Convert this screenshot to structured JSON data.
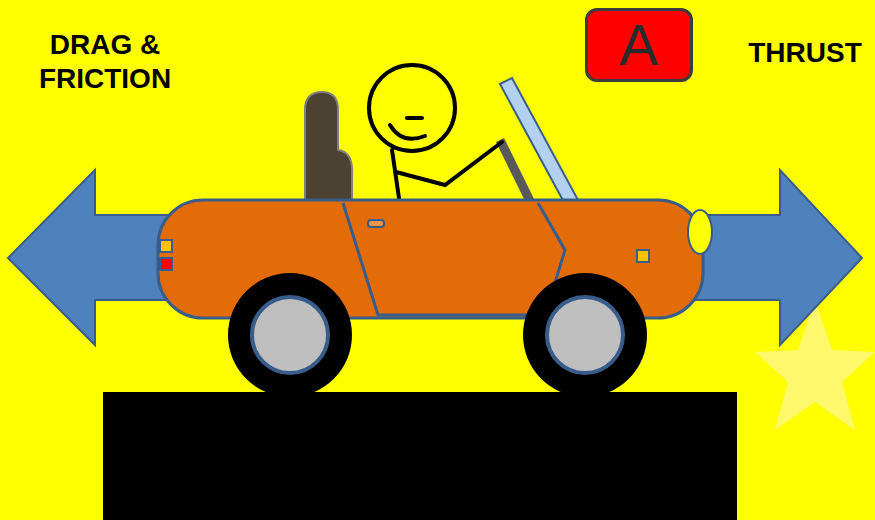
{
  "diagram": {
    "nodes": [
      {
        "text": [
          "A"
        ]
      }
    ],
    "labels": [
      "DRAG & FRICTION",
      "THRUST"
    ]
  }
}
